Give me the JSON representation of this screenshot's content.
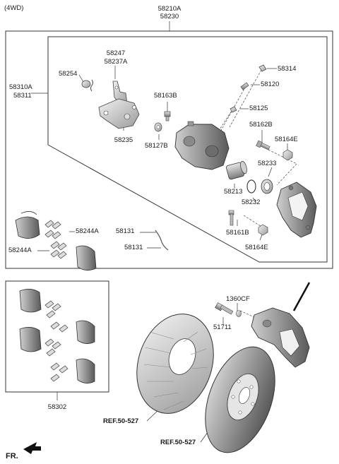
{
  "variant": "(4WD)",
  "assembly": {
    "line1": "58210A",
    "line2": "58230"
  },
  "caliper_housing": {
    "line1": "58310A",
    "line2": "58311"
  },
  "labels": {
    "p58247": "58247",
    "p58237A": "58237A",
    "p58254": "58254",
    "p58235": "58235",
    "p58314": "58314",
    "p58120": "58120",
    "p58163B": "58163B",
    "p58125": "58125",
    "p58127B": "58127B",
    "p58162B": "58162B",
    "p58164E_top": "58164E",
    "p58233": "58233",
    "p58213": "58213",
    "p58232": "58232",
    "p58161B": "58161B",
    "p58164E_bottom": "58164E",
    "p58244A_right": "58244A",
    "p58244A_left": "58244A",
    "p58131_top": "58131",
    "p58131_bottom": "58131",
    "p58302": "58302",
    "p1360CF": "1360CF",
    "p51711": "51711"
  },
  "references": {
    "dust_shield": "REF.50-527",
    "disc": "REF.50-527"
  },
  "direction": {
    "label": "FR."
  }
}
